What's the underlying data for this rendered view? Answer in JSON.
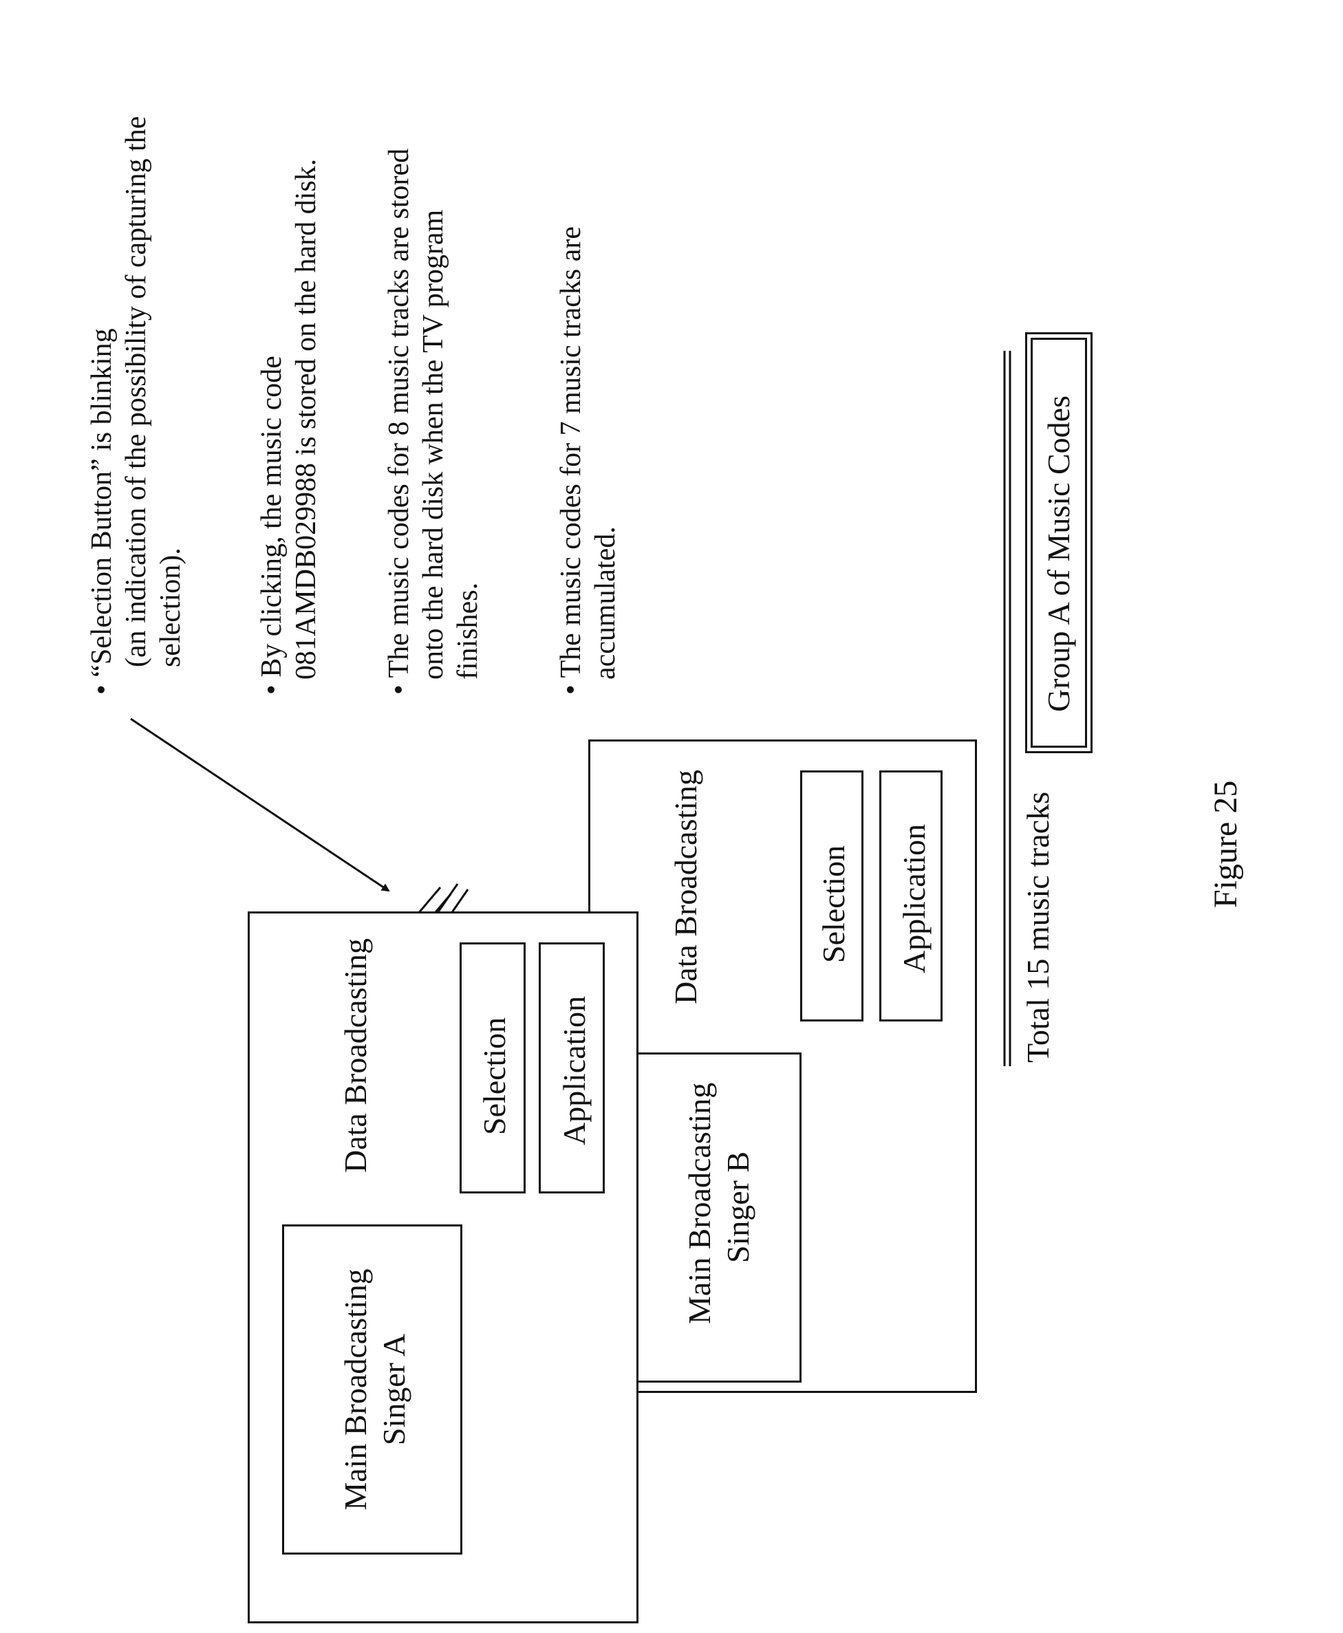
{
  "screen1": {
    "main_line1": "Main Broadcasting",
    "main_line2": "Singer A",
    "data_label": "Data Broadcasting",
    "selection_label": "Selection",
    "application_label": "Application"
  },
  "screen2": {
    "main_line1": "Main Broadcasting",
    "main_line2": "Singer B",
    "data_label": "Data Broadcasting",
    "selection_label": "Selection",
    "application_label": "Application"
  },
  "notes": {
    "note1_line1": "• “Selection Button” is blinking",
    "note1_line2": "(an indication of the possibility of capturing the",
    "note1_line3": "selection).",
    "note2_line1": "• By clicking, the music code",
    "note2_line2": "081AMDB029988 is stored on the hard disk.",
    "note3_line1": "• The music codes for 8 music tracks are stored",
    "note3_line2": "onto the hard disk when the TV program",
    "note3_line3": "finishes.",
    "note4_line1": "• The music codes for 7 music tracks are",
    "note4_line2": "accumulated."
  },
  "total_label": "Total 15 music tracks",
  "group_label": "Group A of Music Codes",
  "caption": "Figure 25"
}
